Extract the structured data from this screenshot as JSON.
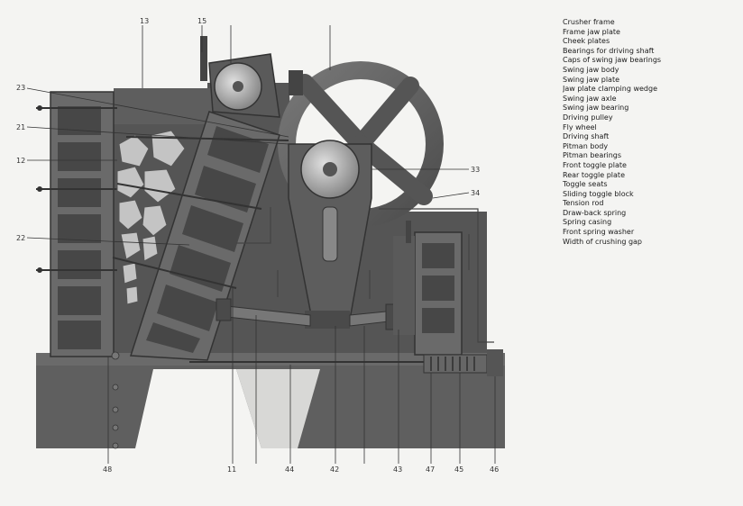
{
  "legend": [
    "Crusher frame",
    "Frame jaw plate",
    "Cheek plates",
    "Bearings for driving shaft",
    "Caps of swing jaw bearings",
    "Swing jaw body",
    "Swing jaw plate",
    "Jaw plate clamping wedge",
    "Swing jaw axle",
    "Swing jaw bearing",
    "Driving pulley",
    "Fly wheel",
    "Driving shaft",
    "Pitman body",
    "Pitman bearings",
    "Front toggle plate",
    "Rear toggle plate",
    "Toggle seats",
    "Sliding toggle block",
    "Tension rod",
    "Draw-back spring",
    "Spring casing",
    "Front spring washer",
    "Width of crushing gap"
  ],
  "callouts": {
    "c13": "13",
    "c15": "15",
    "c23": "23",
    "c21": "21",
    "c12": "12",
    "c22": "22",
    "c33": "33",
    "c34": "34",
    "c48": "48",
    "c11": "11",
    "c44": "44",
    "c42": "42",
    "c43": "43",
    "c47": "47",
    "c45": "45",
    "c46": "46"
  },
  "colors": {
    "metal_dark": "#4a4a4a",
    "metal_mid": "#6e6e6e",
    "metal_light": "#9a9a9a",
    "background": "#f4f4f2",
    "stone": "#b8b8b8"
  }
}
